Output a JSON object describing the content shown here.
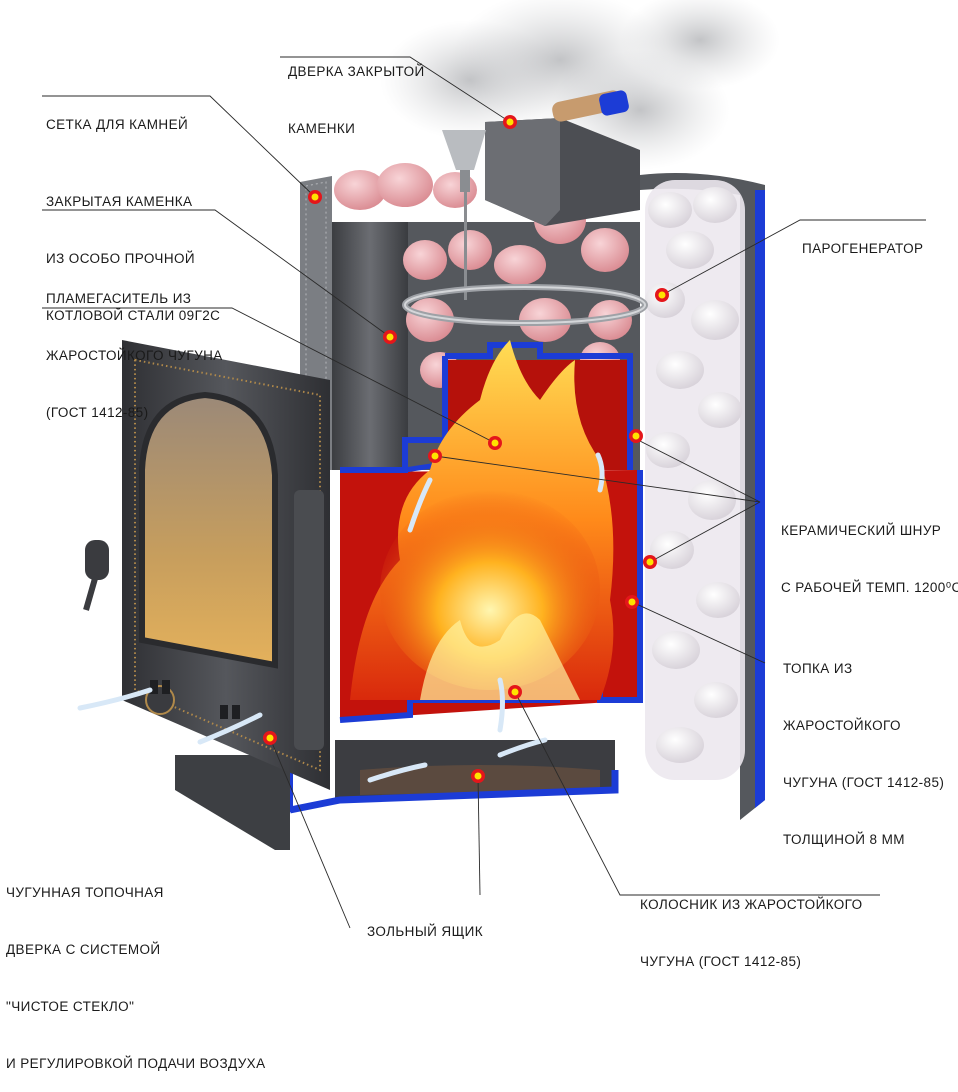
{
  "labels": {
    "closed_heater_door": [
      "ДВЕРКА ЗАКРЫТОЙ",
      "КАМЕНКИ"
    ],
    "stone_mesh": [
      "СЕТКА ДЛЯ КАМНЕЙ"
    ],
    "closed_heater": [
      "ЗАКРЫТАЯ КАМЕНКА",
      "ИЗ ОСОБО ПРОЧНОЙ",
      "КОТЛОВОЙ СТАЛИ 09Г2С"
    ],
    "flame_damper": [
      "ПЛАМЕГАСИТЕЛЬ ИЗ",
      "ЖАРОСТОЙКОГО ЧУГУНА",
      "(ГОСТ 1412-85)"
    ],
    "steam_generator": [
      "ПАРОГЕНЕРАТОР"
    ],
    "ceramic_cord": [
      "КЕРАМИЧЕСКИЙ ШНУР",
      "С РАБОЧЕЙ ТЕМП. 1200⁰С"
    ],
    "firebox": [
      "ТОПКА ИЗ",
      "ЖАРОСТОЙКОГО",
      "ЧУГУНА (ГОСТ 1412-85)",
      "ТОЛЩИНОЙ 8 ММ"
    ],
    "firebox_door": [
      "ЧУГУННАЯ ТОПОЧНАЯ",
      "ДВЕРКА С СИСТЕМОЙ",
      "\"ЧИСТОЕ СТЕКЛО\"",
      "И РЕГУЛИРОВКОЙ ПОДАЧИ ВОЗДУХА"
    ],
    "ash_box": [
      "ЗОЛЬНЫЙ ЯЩИК"
    ],
    "grate": [
      "КОЛОСНИК ИЗ ЖАРОСТОЙКОГО",
      "ЧУГУНА (ГОСТ 1412-85)"
    ]
  },
  "colors": {
    "marker_outer": "#e4161b",
    "marker_inner": "#ffe300",
    "body_blue": "#1c3cd6",
    "fire_red": "#c3120c",
    "steel_gray": "#4d4f53",
    "stone_pink": "#e9a7ad"
  },
  "icons": [
    "stove-illustration",
    "fire-icon",
    "stones-icon",
    "water-cup-icon",
    "steam-icon"
  ]
}
